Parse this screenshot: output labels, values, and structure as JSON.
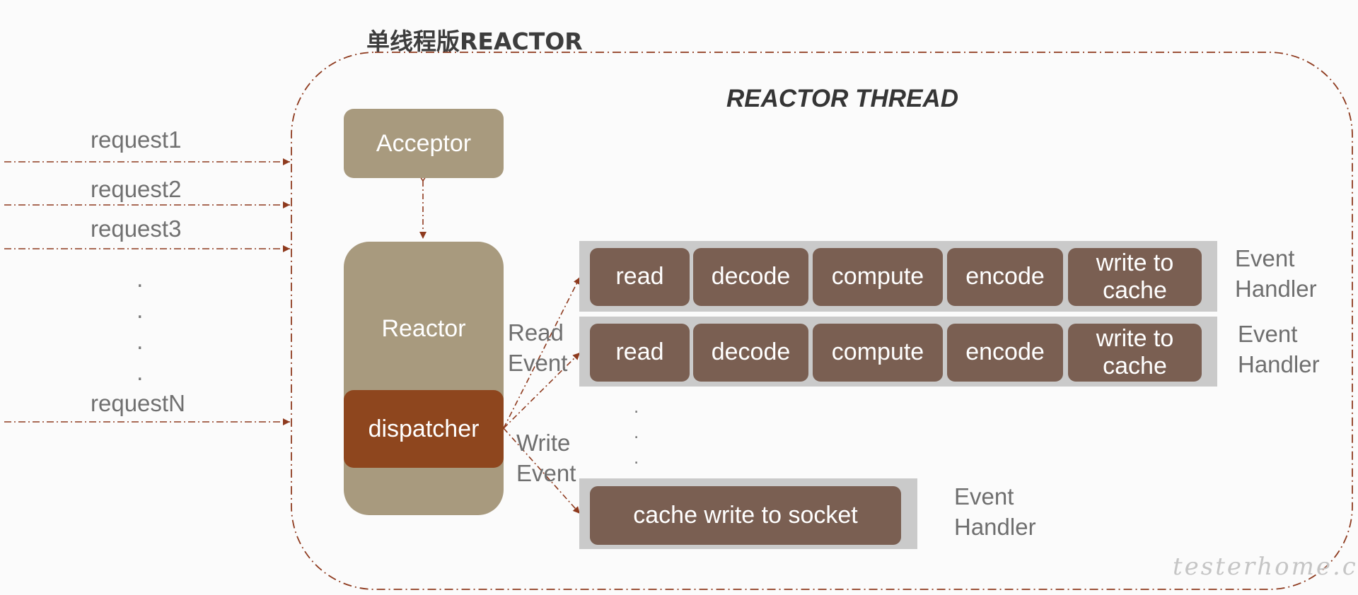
{
  "title": "单线程版REACTOR",
  "thread_title": "REACTOR THREAD",
  "requests": {
    "r1": "request1",
    "r2": "request2",
    "r3": "request3",
    "rn": "requestN",
    "ellipsis": "."
  },
  "acceptor": "Acceptor",
  "reactor": "Reactor",
  "dispatcher": "dispatcher",
  "read_event": {
    "line1": "Read",
    "line2": "Event"
  },
  "write_event": {
    "line1": "Write",
    "line2": "Event"
  },
  "handler_rows": [
    {
      "stages": [
        "read",
        "decode",
        "compute",
        "encode",
        "write to",
        "cache"
      ]
    },
    {
      "stages": [
        "read",
        "decode",
        "compute",
        "encode",
        "write to",
        "cache"
      ]
    }
  ],
  "socket_stage": "cache write to socket",
  "event_handler": {
    "line1": "Event",
    "line2": "Handler"
  },
  "row_ellipsis": ".",
  "watermark": "testerhome.com",
  "colors": {
    "line": "#8e3a1e",
    "acceptor_reactor": "#a89a7e",
    "dispatcher": "#8e461e",
    "stage": "#7a5f52",
    "row_bg": "#cacaca"
  }
}
